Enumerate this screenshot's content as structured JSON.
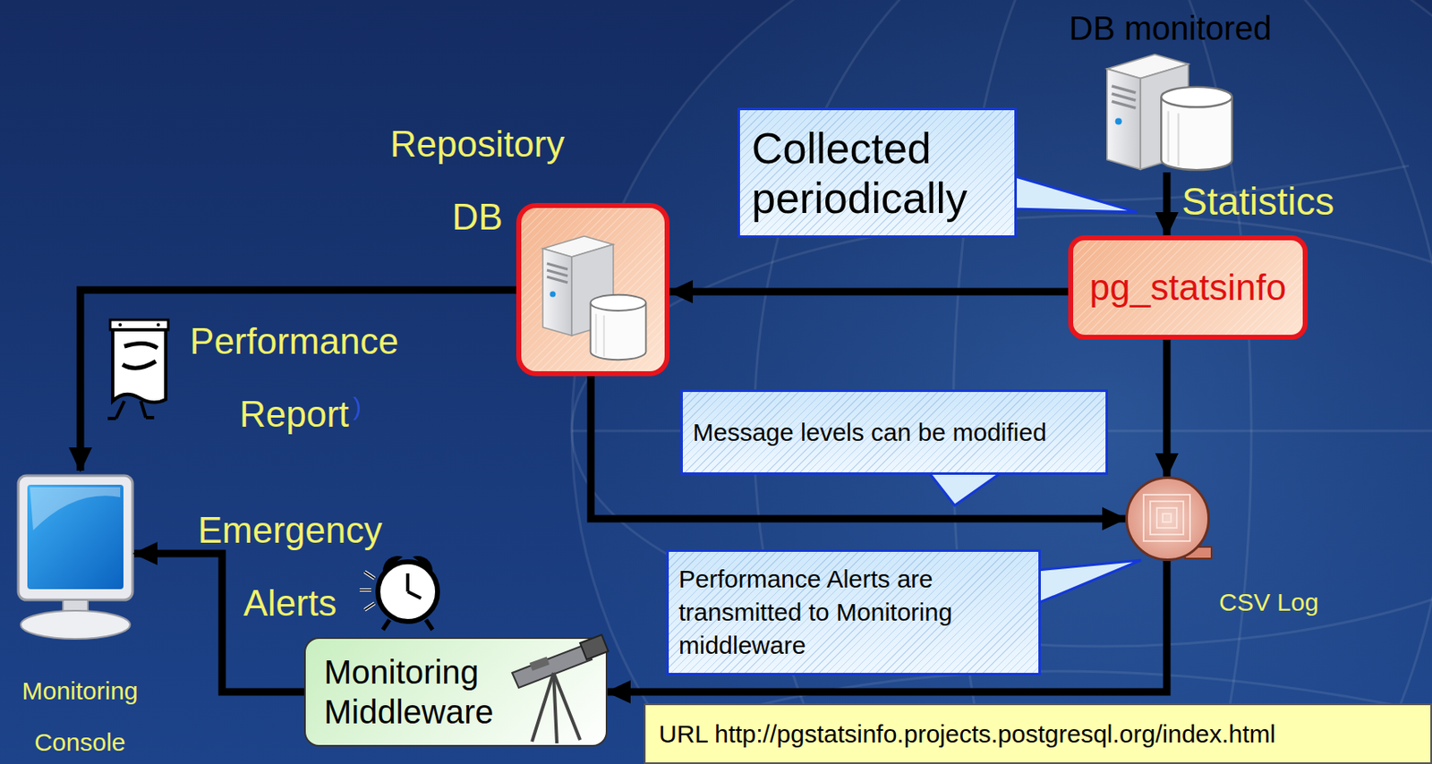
{
  "diagram": {
    "nodes": [
      {
        "text": [
          "DB monitored"
        ]
      },
      {
        "text": [
          "Repository DB"
        ]
      },
      {
        "text": [
          "Collected periodically"
        ]
      },
      {
        "text": [
          "pg_statsinfo"
        ]
      },
      {
        "text": [
          "Message levels can be modified"
        ]
      },
      {
        "text": [
          "CSV Log"
        ]
      },
      {
        "text": [
          "Performance Alerts are transmitted to Monitoring middleware"
        ]
      },
      {
        "text": [
          "Monitoring Console"
        ]
      },
      {
        "text": [
          "Monitoring Middleware"
        ]
      },
      {
        "text": [
          "URL http://pgstatsinfo.projects.postgresql.org/index.html"
        ]
      }
    ],
    "edges": [
      {
        "from": 0,
        "to": 3,
        "arrow": "to",
        "label": "Statistics"
      },
      {
        "from": 3,
        "to": 1,
        "arrow": "to"
      },
      {
        "from": 1,
        "to": 7,
        "arrow": "to",
        "label": "Performance Report"
      },
      {
        "from": 1,
        "to": 5,
        "arrow": "to"
      },
      {
        "from": 3,
        "to": 5,
        "arrow": "to"
      },
      {
        "from": 5,
        "to": 8,
        "arrow": "to"
      },
      {
        "from": 8,
        "to": 7,
        "arrow": "to",
        "label": "Emergency Alerts"
      }
    ],
    "labels": [
      ")"
    ]
  }
}
